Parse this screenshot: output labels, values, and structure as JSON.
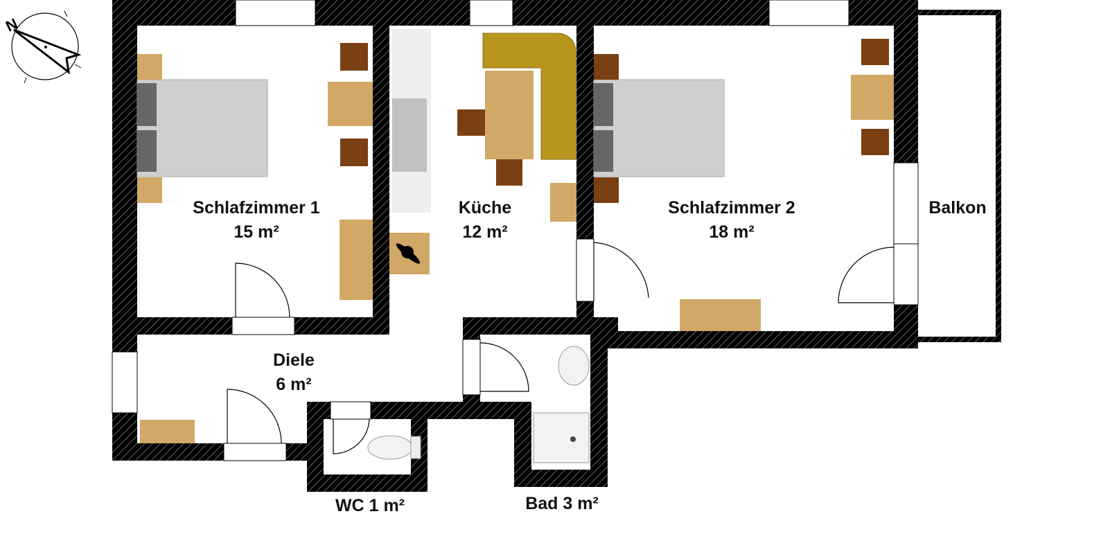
{
  "compass": {
    "north_letter": "N"
  },
  "rooms": [
    {
      "name": "Schlafzimmer 1",
      "area": "15 m²"
    },
    {
      "name": "Küche",
      "area": "12 m²"
    },
    {
      "name": "Schlafzimmer 2",
      "area": "18 m²"
    },
    {
      "name": "Balkon",
      "area": ""
    },
    {
      "name": "Diele",
      "area": "6 m²"
    },
    {
      "name": "WC 1 m²",
      "area": ""
    },
    {
      "name": "Bad 3 m²",
      "area": ""
    }
  ],
  "colors": {
    "wall": "#000000",
    "wood_light": "#d2a866",
    "wood_dark": "#7a3f12",
    "sofa": "#b8961e",
    "bed": "#cfcfcf"
  }
}
